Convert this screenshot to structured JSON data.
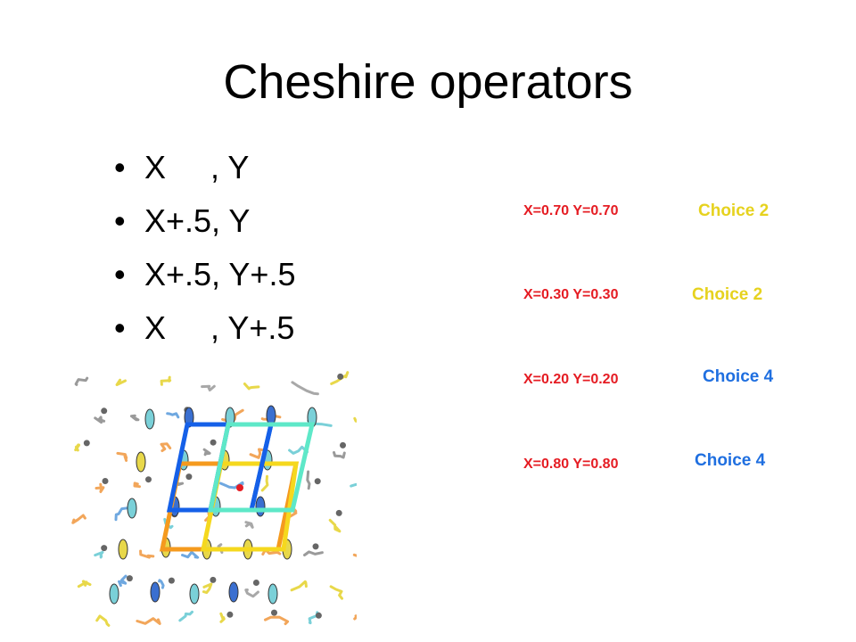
{
  "slide": {
    "title": "Cheshire operators",
    "bullet_glyph": "•",
    "bullets": [
      "X     , Y",
      "X+.5, Y",
      "X+.5, Y+.5",
      "X     , Y+.5"
    ]
  },
  "results": [
    {
      "coord": "X=0.70 Y=0.70",
      "choice": "Choice 2",
      "color": "#e6d21e"
    },
    {
      "coord": "X=0.30 Y=0.30",
      "choice": "Choice 2",
      "color": "#e6d21e"
    },
    {
      "coord": "X=0.20 Y=0.20",
      "choice": "Choice 4",
      "color": "#1f6fe0"
    },
    {
      "coord": "X=0.80 Y=0.80",
      "choice": "Choice 4",
      "color": "#1f6fe0"
    }
  ],
  "colors": {
    "coord_text": "#e51c23",
    "cell_blue": "#1560e8",
    "cell_cyan": "#5ee8c8",
    "cell_orange": "#f59a1e",
    "cell_yellow": "#f5d81e",
    "origin_dot": "#e51c23"
  },
  "figure": {
    "icon": "crystal-packing-diagram"
  }
}
